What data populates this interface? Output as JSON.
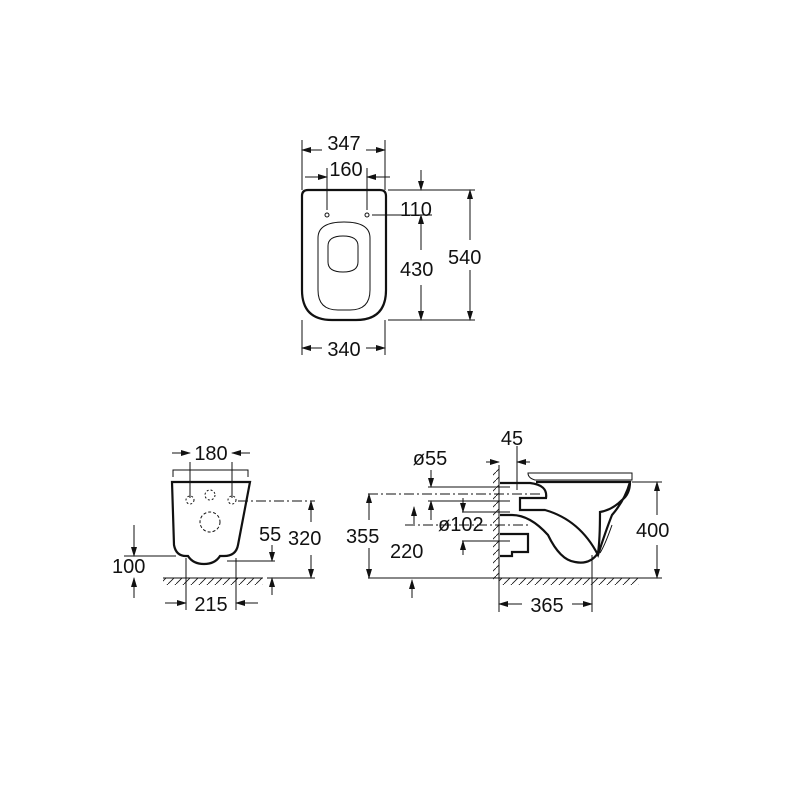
{
  "top_view": {
    "overall_width": "347",
    "fixing_spacing": "160",
    "fixing_offset": "110",
    "seat_length": "430",
    "overall_length": "540",
    "bowl_width": "340"
  },
  "front_view": {
    "fixing_width": "180",
    "outlet_height": "55",
    "fixing_height": "320",
    "bowl_base_height": "100",
    "base_width": "215"
  },
  "side_view": {
    "wall_gap": "45",
    "inlet_diameter": "ø55",
    "inlet_height": "355",
    "outlet_height": "220",
    "outlet_diameter": "ø102",
    "total_height": "400",
    "projection": "365"
  }
}
